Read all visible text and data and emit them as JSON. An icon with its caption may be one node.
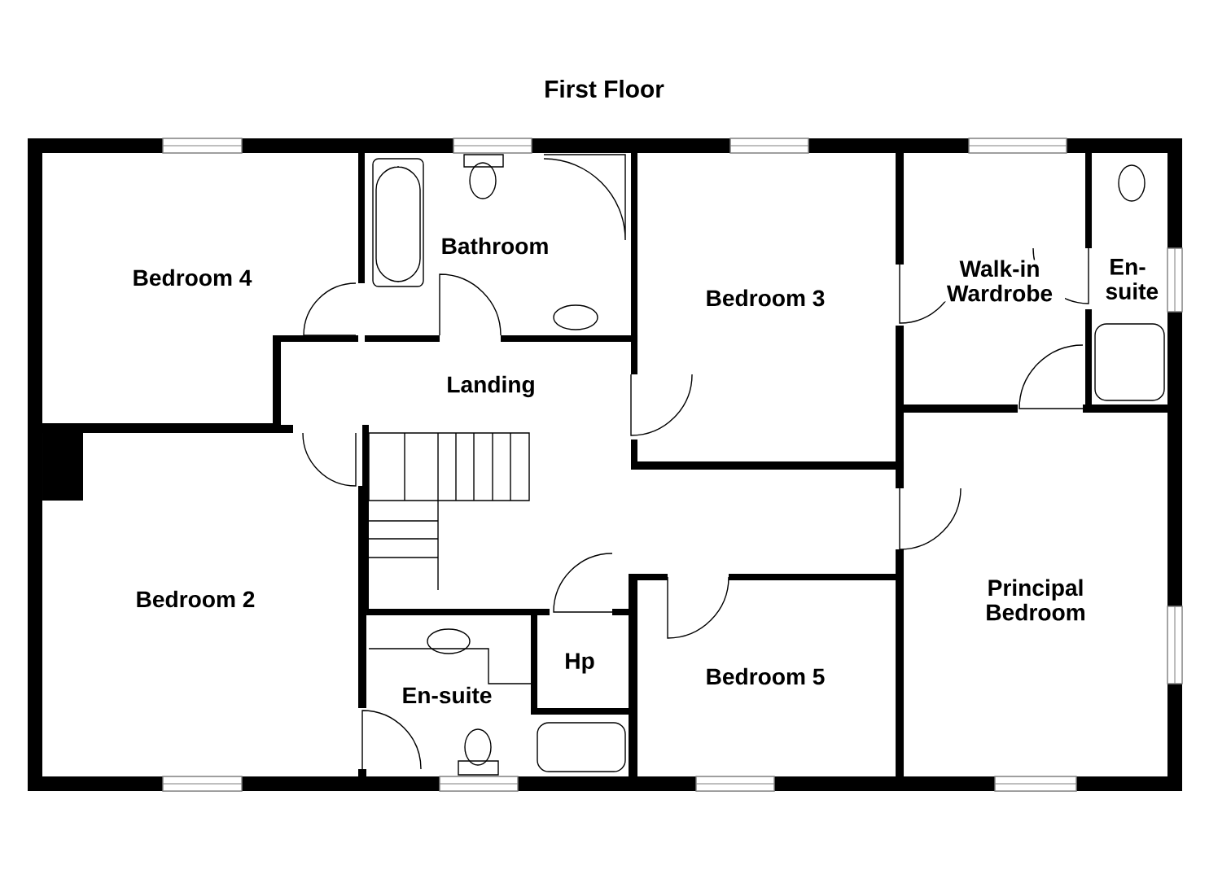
{
  "diagram": {
    "title": "First Floor",
    "labels": [
      "Bedroom 4",
      "Bathroom",
      "Bedroom 3",
      "Walk-in Wardrobe",
      "En-suite",
      "Landing",
      "Bedroom 2",
      "Principal Bedroom",
      "Hp",
      "En-suite",
      "Bedroom 5"
    ]
  }
}
